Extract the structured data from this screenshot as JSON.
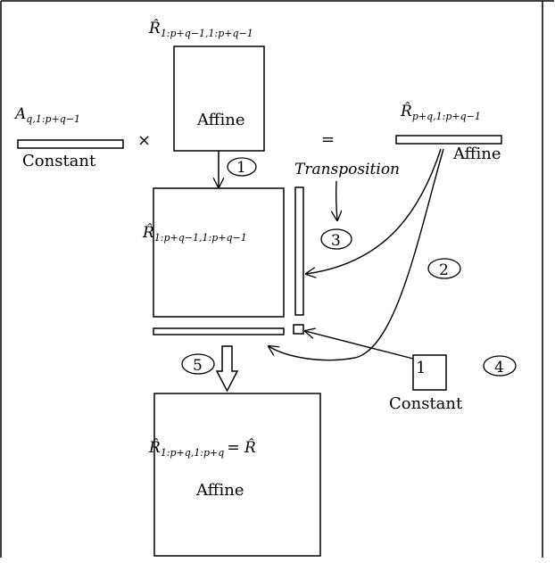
{
  "diagram": {
    "labels": {
      "r_top_base": "R̂",
      "r_top_sub": "1:p+q−1,1:p+q−1",
      "a_base": "A",
      "a_sub": "q,1:p+q−1",
      "r_row_base": "R̂",
      "r_row_sub": "p+q,1:p+q−1",
      "r_mid_base": "R̂",
      "r_mid_sub": "1:p+q−1,1:p+q−1",
      "r_full_base": "R̂",
      "r_full_sub": "1:p+q,1:p+q",
      "r_full_eq": "= R̂",
      "affine_top": "Affine",
      "affine_right": "Affine",
      "affine_bottom": "Affine",
      "constant_left": "Constant",
      "constant_right": "Constant",
      "times": "×",
      "equals": "=",
      "transposition": "Transposition",
      "one": "1"
    },
    "steps": [
      "1",
      "2",
      "3",
      "4",
      "5"
    ]
  }
}
